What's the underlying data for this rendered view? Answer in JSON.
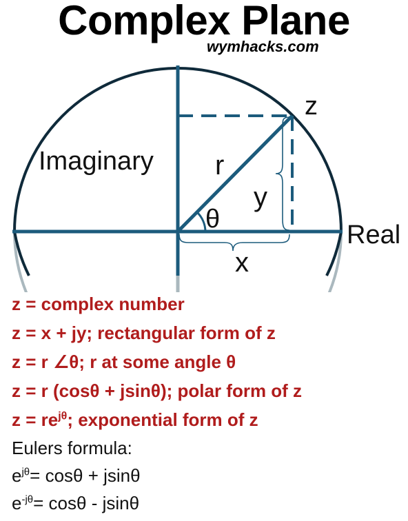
{
  "title": "Complex Plane",
  "website": "wymhacks.com",
  "colors": {
    "axis": "#1c5b7c",
    "circle_dark": "#0f2a3a",
    "circle_light": "#aab8be",
    "formula_red": "#b01c1c"
  },
  "diagram": {
    "label_imaginary": "Imaginary",
    "label_real": "Real",
    "label_z": "z",
    "label_r": "r",
    "label_y": "y",
    "label_x": "x",
    "label_theta": "θ"
  },
  "formulas": {
    "line1": "z = complex number",
    "line2": "z = x + jy; rectangular form of z",
    "line3": "z = r ∠θ; r at some angle θ",
    "line4": "z = r (cosθ + jsinθ); polar form of z",
    "line5_base": "z = re",
    "line5_sup": "jθ",
    "line5_rest": "; exponential form of z"
  },
  "euler": {
    "heading": "Eulers formula:",
    "line1_base": "e",
    "line1_sup": "jθ",
    "line1_rest": "= cosθ + jsinθ",
    "line2_base": "e",
    "line2_sup": "-jθ",
    "line2_rest": "= cosθ - jsinθ"
  }
}
